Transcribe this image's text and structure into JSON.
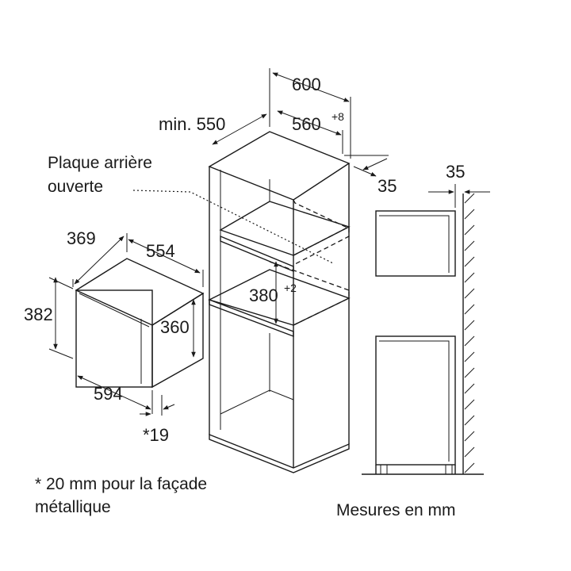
{
  "labels": {
    "cabinet_width": "600",
    "cabinet_depth_min": "min. 550",
    "niche_width": "560",
    "niche_width_tol": "+8",
    "cabinet_back_gap": "35",
    "niche_height": "380",
    "niche_height_tol": "+2",
    "back_panel_line1": "Plaque arrière",
    "back_panel_line2": "ouverte",
    "oven_depth": "369",
    "oven_width_top": "554",
    "oven_height_outer": "382",
    "oven_height_inner": "360",
    "oven_width_front": "594",
    "front_offset": "*19",
    "wall_gap": "35",
    "footnote_line1": "* 20 mm pour la façade",
    "footnote_line2": "métallique",
    "units_note": "Mesures en mm"
  }
}
